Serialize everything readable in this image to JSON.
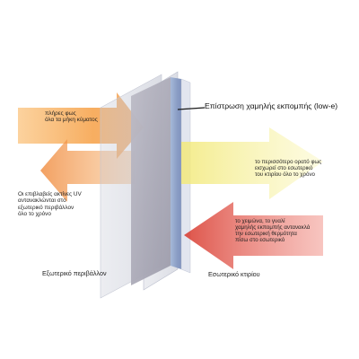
{
  "labels": {
    "visible_light": "πλήρες φως\nόλα τα μήκη κύματος",
    "uv_rays": "Οι επιβλαβείς ακτίνες UV\nαντανακλώνται στο\nεξωτερικό περιβάλλον\nόλο το χρόνο",
    "coating": "Επίστρωση χαμηλής εκπομπής (low-e)",
    "transmitted_light": "το περισσότερο ορατό φως\nεισχωρεί στο εσωτερικό\nτου κτιρίου όλο το χρόνο",
    "winter_heat": "το χειμώνα, το γυαλί\nχαμηλής εκπομπής αντανακλά\nτην εσωτερική θερμότητα\nπίσω στο εσωτερικό",
    "exterior": "Εξωτερικό περιβάλλον",
    "interior": "Εσωτερικό κτιρίου"
  },
  "colors": {
    "sunlight": "#f7a64a",
    "uv": "#f08a3c",
    "transmitted": "#f4ef7a",
    "heat": "#e23a2f",
    "glass": "#a8a8b6",
    "coating_line": "#1a1a1a"
  }
}
